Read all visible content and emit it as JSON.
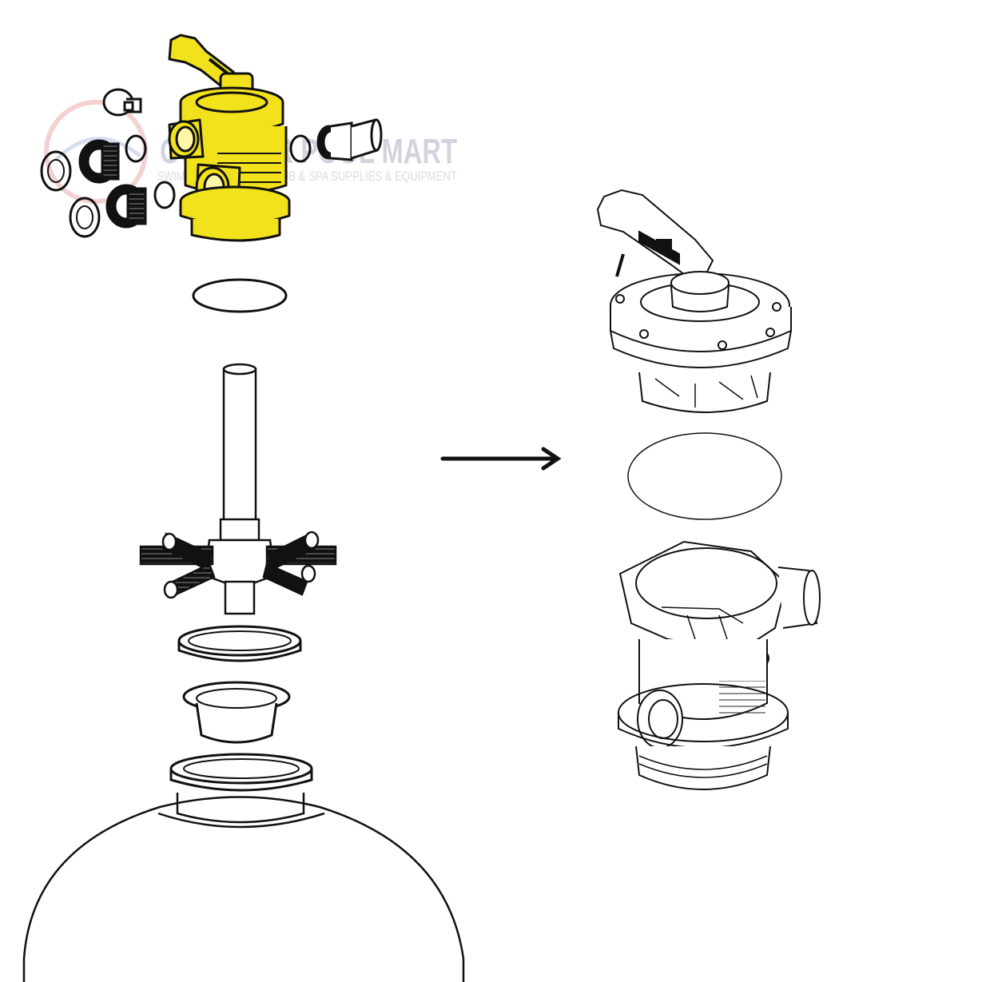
{
  "watermark": {
    "brand": "OUTDOOR POOL MART",
    "tagline": "SWIMMING POOL, HOT TUB & SPA SUPPLIES & EQUIPMENT",
    "color": "#c9cdd8"
  },
  "highlight_color": "#f2e21c",
  "line_color": "#111111",
  "arrow_direction": "right",
  "left_assembly": [
    "multiport-valve",
    "hose-adapter",
    "unions",
    "o-rings",
    "tank-o-ring",
    "standpipe",
    "lateral-hub",
    "tank-collar",
    "diffuser",
    "tank-neck",
    "filter-tank"
  ],
  "right_assembly": [
    "valve-key-handle",
    "valve-cover",
    "cover-gasket",
    "valve-body"
  ]
}
